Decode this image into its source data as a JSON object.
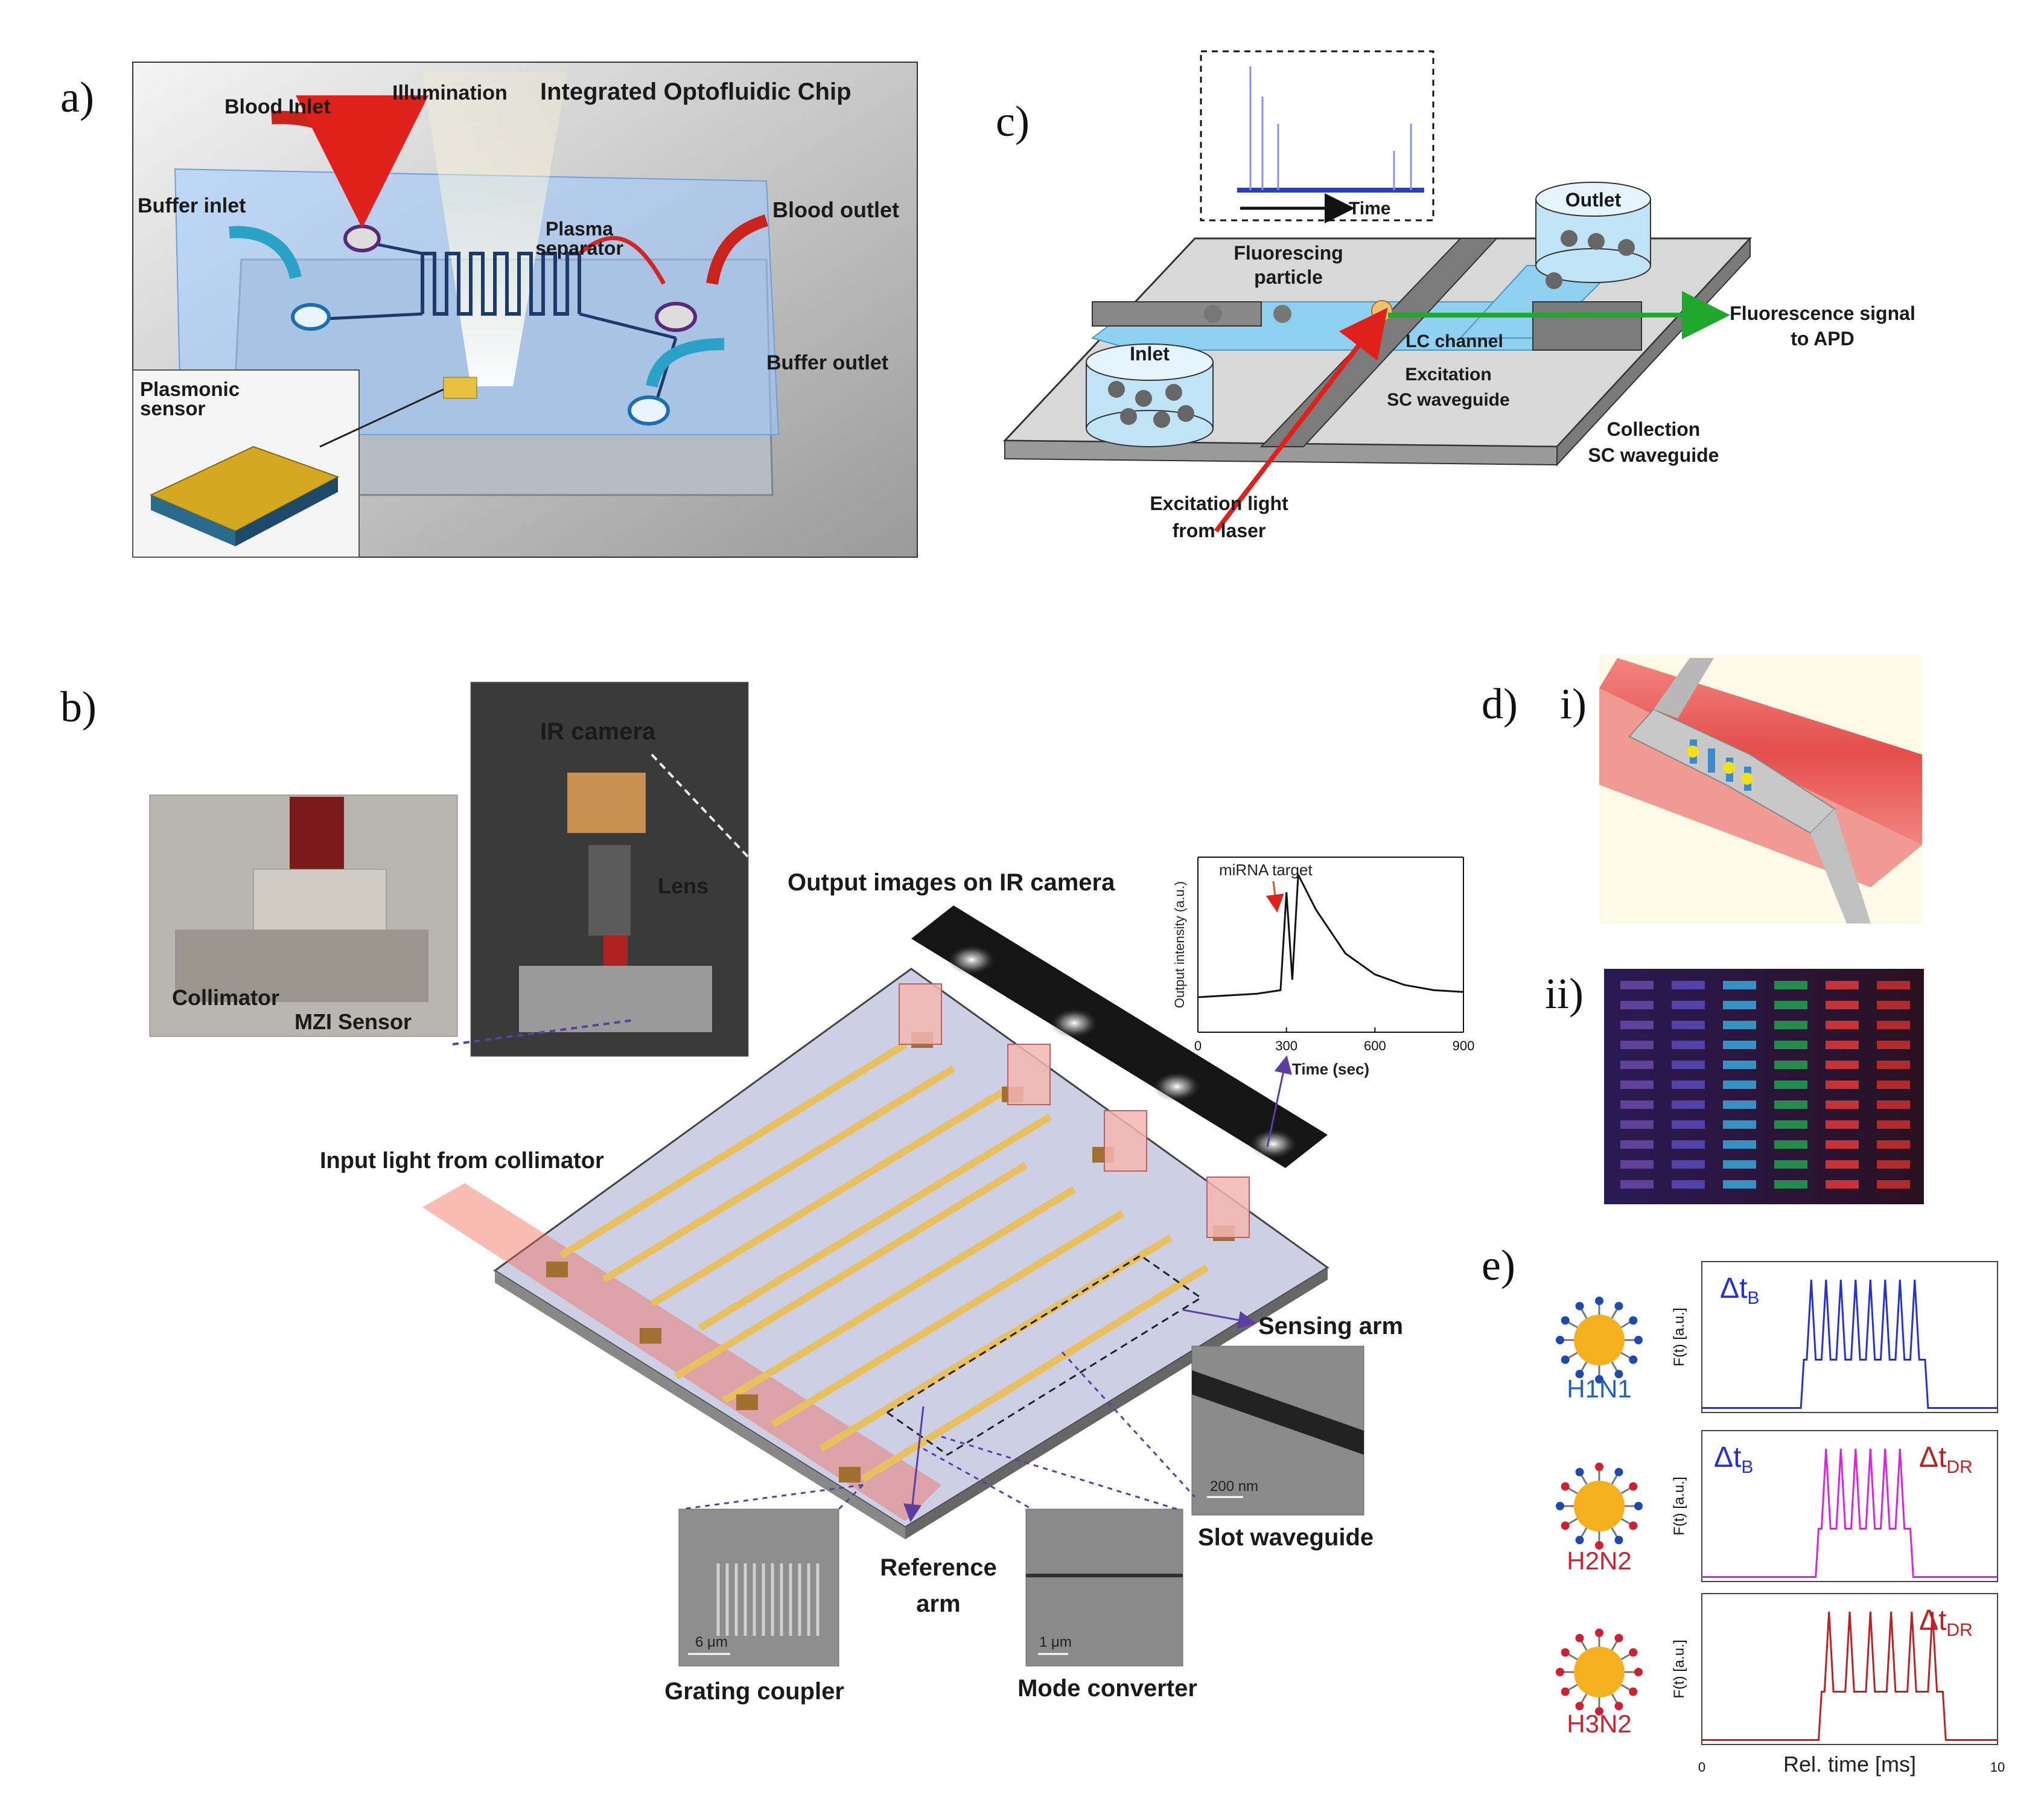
{
  "panel_labels": {
    "a": "a)",
    "b": "b)",
    "c": "c)",
    "d": "d)",
    "d_i": "i)",
    "d_ii": "ii)",
    "e": "e)"
  },
  "panel_a": {
    "title": "Integrated Optofluidic Chip",
    "illumination": "Illumination",
    "blood_inlet": "Blood Inlet",
    "buffer_inlet": "Buffer inlet",
    "blood_outlet": "Blood outlet",
    "plasma_separator_1": "Plasma",
    "plasma_separator_2": "separator",
    "buffer_outlet": "Buffer outlet",
    "plasmonic_sensor_1": "Plasmonic",
    "plasmonic_sensor_2": "sensor"
  },
  "panel_c": {
    "time": "Time",
    "outlet": "Outlet",
    "fluorescing_1": "Fluorescing",
    "fluorescing_2": "particle",
    "inlet": "Inlet",
    "lc_channel": "LC channel",
    "excitation_wg_1": "Excitation",
    "excitation_wg_2": "SC waveguide",
    "fluor_signal_1": "Fluorescence signal",
    "fluor_signal_2": "to APD",
    "collection_1": "Collection",
    "collection_2": "SC waveguide",
    "excitation_light_1": "Excitation light",
    "excitation_light_2": "from laser"
  },
  "panel_b": {
    "ir_camera": "IR camera",
    "lens": "Lens",
    "collimator": "Collimator",
    "mzi_sensor": "MZI Sensor",
    "output_images": "Output images on IR camera",
    "input_light": "Input light from collimator",
    "sensing_arm": "Sensing arm",
    "scale_200nm": "200 nm",
    "slot_waveguide": "Slot waveguide",
    "reference_arm_1": "Reference",
    "reference_arm_2": "arm",
    "scale_6um": "6 μm",
    "grating_coupler": "Grating coupler",
    "scale_1um": "1 μm",
    "mode_converter": "Mode converter"
  },
  "chart_data": [
    {
      "type": "line",
      "annotation": "miRNA target",
      "xlabel": "Time (sec)",
      "ylabel": "Output intensity (a.u.)",
      "x_ticks": [
        0,
        300,
        600,
        900
      ],
      "xlim": [
        0,
        900
      ],
      "ylim": [
        0,
        1
      ],
      "x": [
        0,
        100,
        200,
        280,
        300,
        320,
        340,
        400,
        500,
        600,
        700,
        800,
        900
      ],
      "y": [
        0.2,
        0.21,
        0.22,
        0.24,
        0.8,
        0.3,
        0.9,
        0.7,
        0.45,
        0.33,
        0.27,
        0.24,
        0.23
      ]
    },
    {
      "type": "line",
      "label": "H1N1",
      "annotations": [
        "Δt_B"
      ],
      "ylabel": "F(t) [a.u.]",
      "xlim": [
        0,
        10
      ],
      "ylim": [
        0,
        1
      ],
      "peaks_at": [
        3.7,
        4.2,
        4.7,
        5.2,
        5.7,
        6.2,
        6.7,
        7.2
      ],
      "color": "#2430d8"
    },
    {
      "type": "line",
      "label": "H2N2",
      "annotations": [
        "Δt_B",
        "Δt_DR"
      ],
      "ylabel": "F(t) [a.u.]",
      "xlim": [
        0,
        10
      ],
      "ylim": [
        0,
        1
      ],
      "peaks_at": [
        4.2,
        4.7,
        5.2,
        5.7,
        6.2,
        6.7
      ],
      "color": "#e020e0"
    },
    {
      "type": "line",
      "label": "H3N2",
      "annotations": [
        "Δt_DR"
      ],
      "ylabel": "F(t) [a.u.]",
      "xlabel": "Rel. time [ms]",
      "x_ticks": [
        0,
        10
      ],
      "xlim": [
        0,
        10
      ],
      "ylim": [
        0,
        1
      ],
      "peaks_at": [
        4.3,
        5.0,
        5.7,
        6.4,
        7.1,
        7.8
      ],
      "color": "#c02020"
    }
  ],
  "colors": {
    "blue_trace": "#2430d8",
    "magenta_trace": "#e020e0",
    "red_trace": "#c02020",
    "h1n1_label": "#2060c0",
    "h3n2_label": "#d02030"
  }
}
